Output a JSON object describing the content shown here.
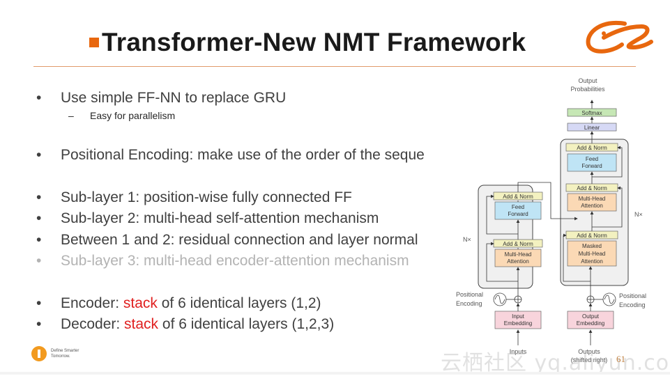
{
  "slide": {
    "title": "Transformer-New NMT Framework",
    "bullets": [
      {
        "text": "Use simple FF-NN to replace GRU"
      },
      {
        "text": "Positional Encoding: make use of the order of the seque"
      },
      {
        "text": "Sub-layer 1: position-wise fully connected FF"
      },
      {
        "text": "Sub-layer 2: multi-head self-attention mechanism"
      },
      {
        "text": "Between 1 and 2: residual connection and layer normal"
      },
      {
        "text": "Sub-layer 3: multi-head encoder-attention mechanism"
      },
      {
        "prefix": "Encoder:  ",
        "highlight": "stack",
        "suffix": " of 6 identical layers (1,2)"
      },
      {
        "prefix": "Decoder:  ",
        "highlight": "stack",
        "suffix": " of 6 identical layers (1,2,3)"
      }
    ],
    "bullet_symbol": "•",
    "sub_bullet": {
      "dash": "–",
      "text": "Easy for parallelism"
    },
    "highlight_color": "#e02020",
    "accent_color": "#e8670e",
    "footer": {
      "line1": "Define Smarter",
      "line2": "Tomorrow."
    },
    "page_number": "61",
    "watermark": "云栖社区 yq.aliyun.com"
  },
  "diagram": {
    "output_probabilities": [
      "Output",
      "Probabilities"
    ],
    "softmax": "Softmax",
    "linear": "Linear",
    "add_norm": "Add & Norm",
    "feed_forward": [
      "Feed",
      "Forward"
    ],
    "multi_head_attention": [
      "Multi-Head",
      "Attention"
    ],
    "masked_multi_head_attention": [
      "Masked",
      "Multi-Head",
      "Attention"
    ],
    "nx": "N×",
    "positional_encoding": [
      "Positional",
      "Encoding"
    ],
    "input_embedding": [
      "Input",
      "Embedding"
    ],
    "output_embedding": [
      "Output",
      "Embedding"
    ],
    "inputs": "Inputs",
    "outputs": [
      "Outputs",
      "(shifted right)"
    ]
  }
}
